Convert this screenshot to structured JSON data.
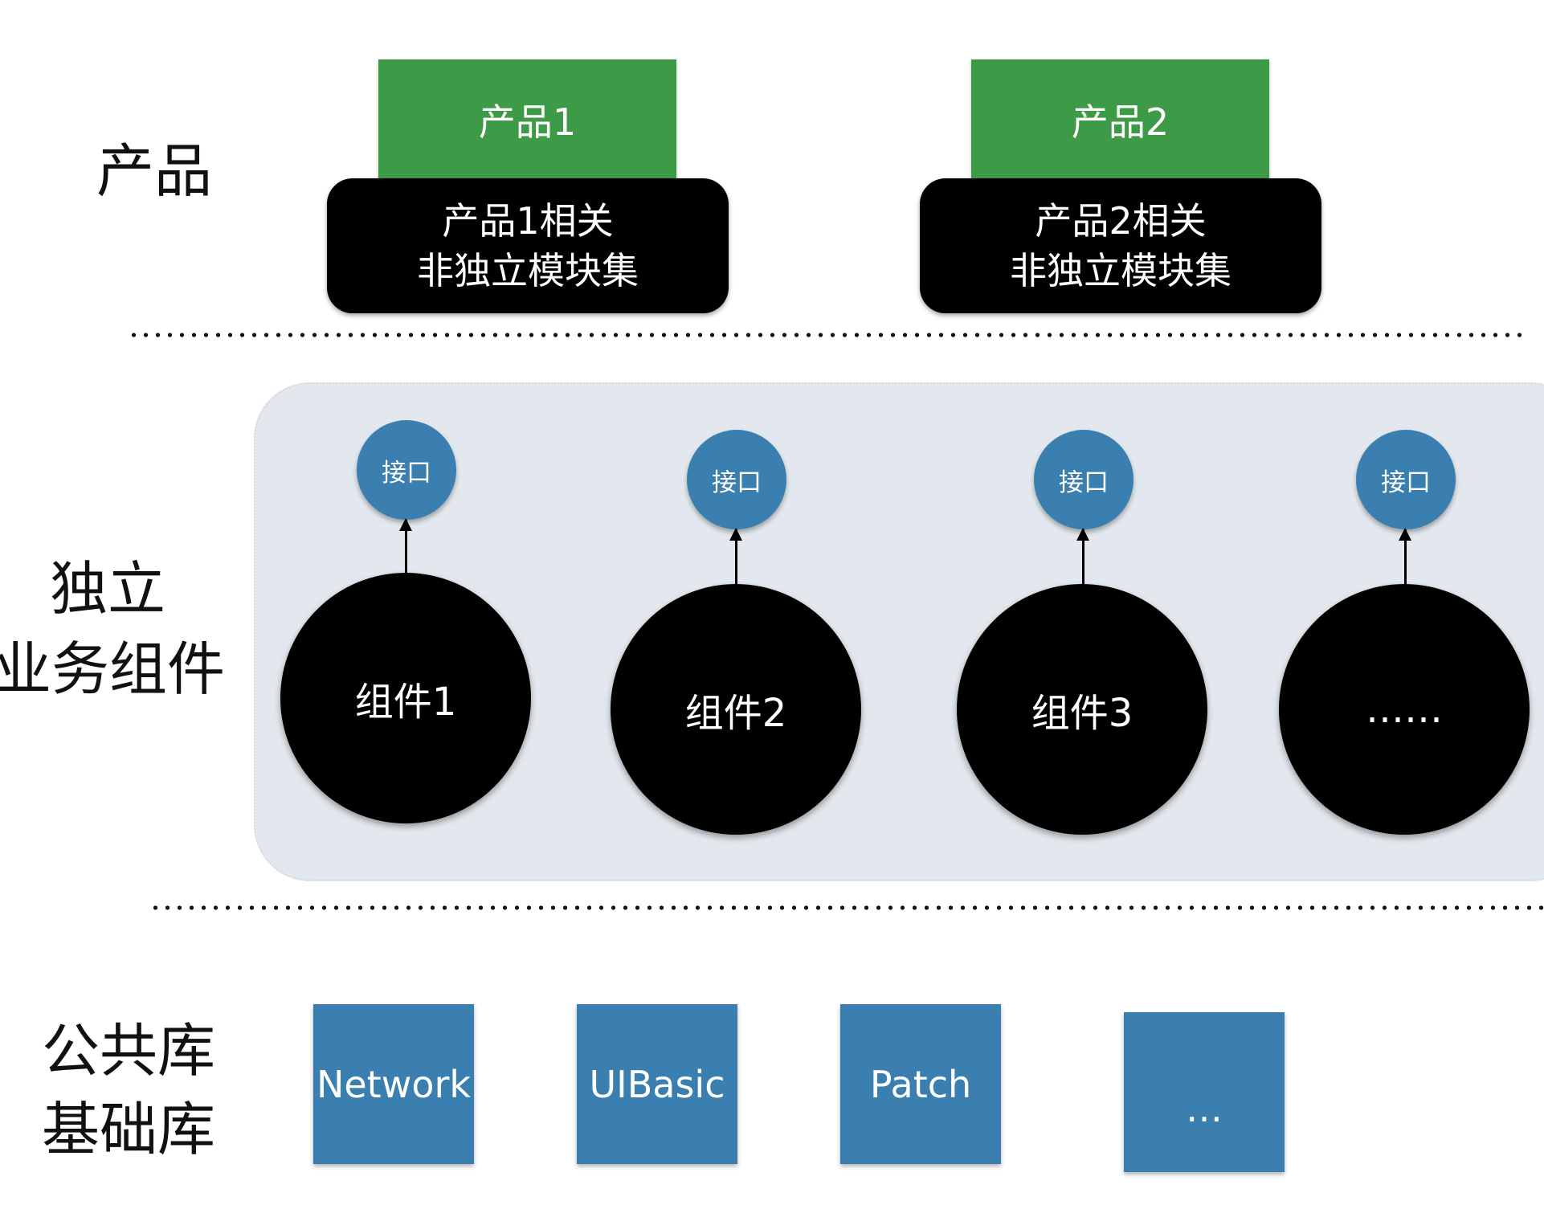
{
  "layers": {
    "product": "产品",
    "business_line1": "独立",
    "business_line2": "业务组件",
    "library_line1": "公共库",
    "library_line2": "基础库"
  },
  "products": [
    {
      "name": "产品1",
      "modules_line1": "产品1相关",
      "modules_line2": "非独立模块集"
    },
    {
      "name": "产品2",
      "modules_line1": "产品2相关",
      "modules_line2": "非独立模块集"
    }
  ],
  "components": [
    {
      "name": "组件1",
      "interface": "接口"
    },
    {
      "name": "组件2",
      "interface": "接口"
    },
    {
      "name": "组件3",
      "interface": "接口"
    },
    {
      "name": "……",
      "interface": "接口"
    }
  ],
  "libraries": [
    "Network",
    "UIBasic",
    "Patch",
    "…"
  ],
  "colors": {
    "product": "#3d9b48",
    "module_set": "#000000",
    "interface": "#3a7fb0",
    "library": "#3a7fb0",
    "panel": "#e2e8ed"
  }
}
